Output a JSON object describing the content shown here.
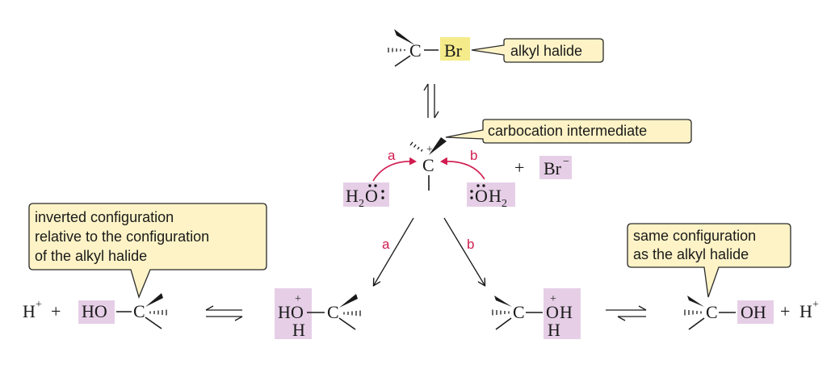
{
  "colors": {
    "pink_highlight": "#e6cfe6",
    "yellow_highlight": "#f5eb8a",
    "bubble_fill": "#fdf3c6",
    "path_letter": "#d01c4f"
  },
  "alkyl_halide": {
    "carbon": "C",
    "halogen": "Br",
    "callout": "alkyl halide"
  },
  "carbocation": {
    "carbon": "C",
    "charge": "+",
    "callout": "carbocation intermediate",
    "plus_sign": "+",
    "bromide": "Br",
    "bromide_charge": "−"
  },
  "water_left": {
    "h": "H",
    "sub": "2",
    "o": "O",
    "lone_pairs": "⁚"
  },
  "water_right": {
    "lone_pairs": "⁚",
    "o": "O",
    "h": "H",
    "sub": "2"
  },
  "path_labels": {
    "a_curly": "a",
    "b_curly": "b",
    "a_arrow": "a",
    "b_arrow": "b"
  },
  "left_intermediate": {
    "o": "O",
    "h_top": "H",
    "h_bottom": "H",
    "charge": "+",
    "carbon": "C"
  },
  "right_intermediate": {
    "carbon": "C",
    "o": "O",
    "h_right": "H",
    "h_bottom": "H",
    "charge": "+"
  },
  "left_product": {
    "proton": "H",
    "proton_charge": "+",
    "plus": "+",
    "ho": "HO",
    "carbon": "C",
    "callout_lines": [
      "inverted configuration",
      "relative to the configuration",
      "of the alkyl halide"
    ]
  },
  "right_product": {
    "carbon": "C",
    "oh": "OH",
    "plus": "+",
    "proton": "H",
    "proton_charge": "+",
    "callout_lines": [
      "same configuration",
      "as the alkyl halide"
    ]
  }
}
